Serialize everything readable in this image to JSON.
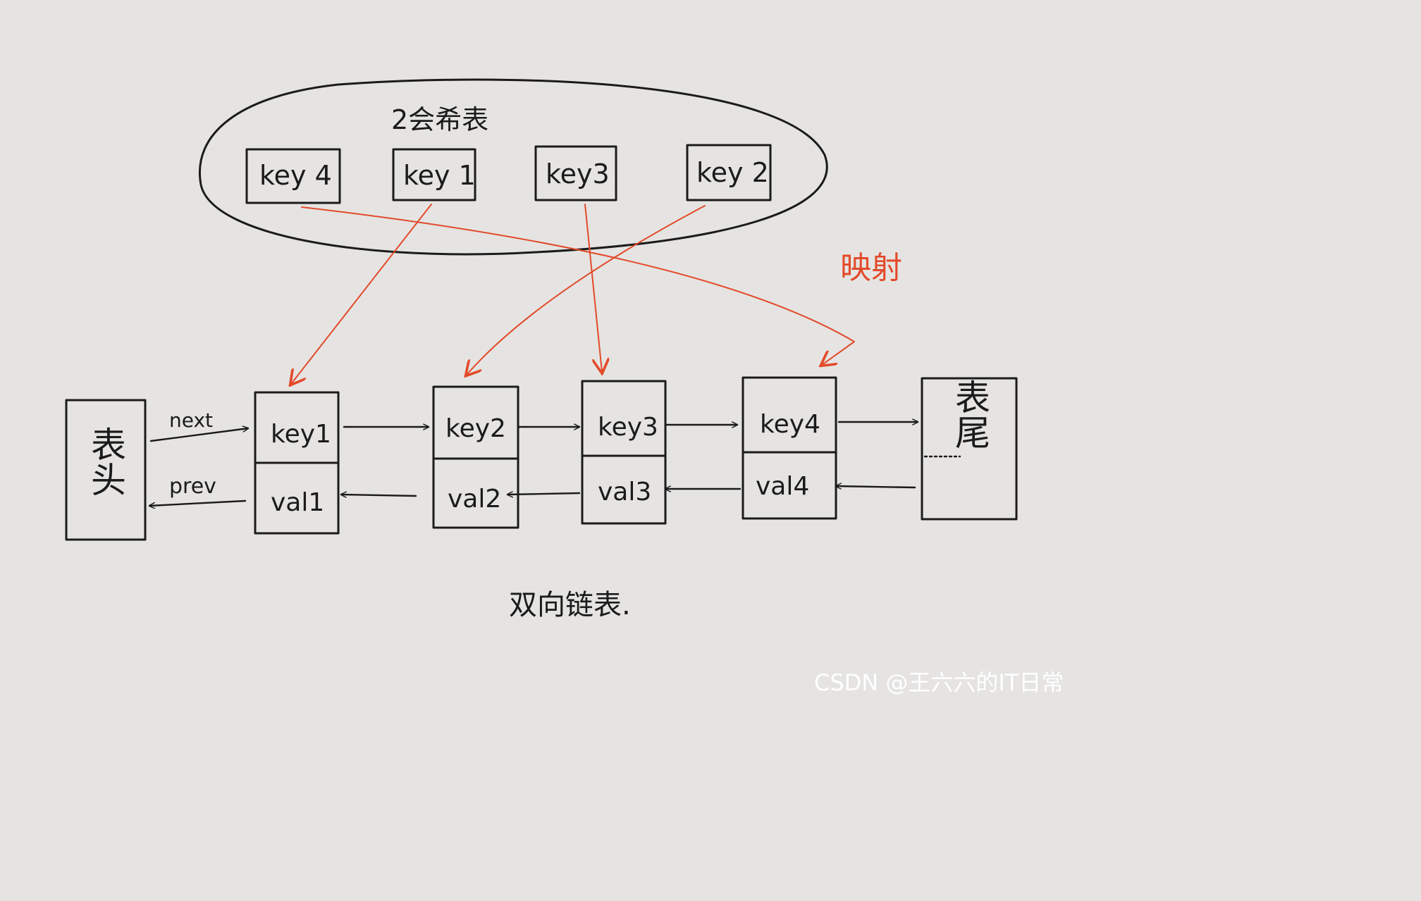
{
  "hash_table": {
    "title": "2会希表",
    "keys": [
      "key 4",
      "key 1",
      "key3",
      "key 2"
    ]
  },
  "mapping_label": "映射",
  "head_label": "表头",
  "tail_label": "表尾",
  "next_label": "next",
  "prev_label": "prev",
  "nodes": [
    {
      "key": "key1",
      "val": "val1"
    },
    {
      "key": "key2",
      "val": "val2"
    },
    {
      "key": "key3",
      "val": "val3"
    },
    {
      "key": "key4",
      "val": "val4"
    }
  ],
  "list_caption": "双向链表.",
  "watermark": "CSDN @王六六的IT日常",
  "colors": {
    "paper": "#e5e4e2",
    "ink": "#1b1b1b",
    "mapping": "#e34a2a"
  }
}
